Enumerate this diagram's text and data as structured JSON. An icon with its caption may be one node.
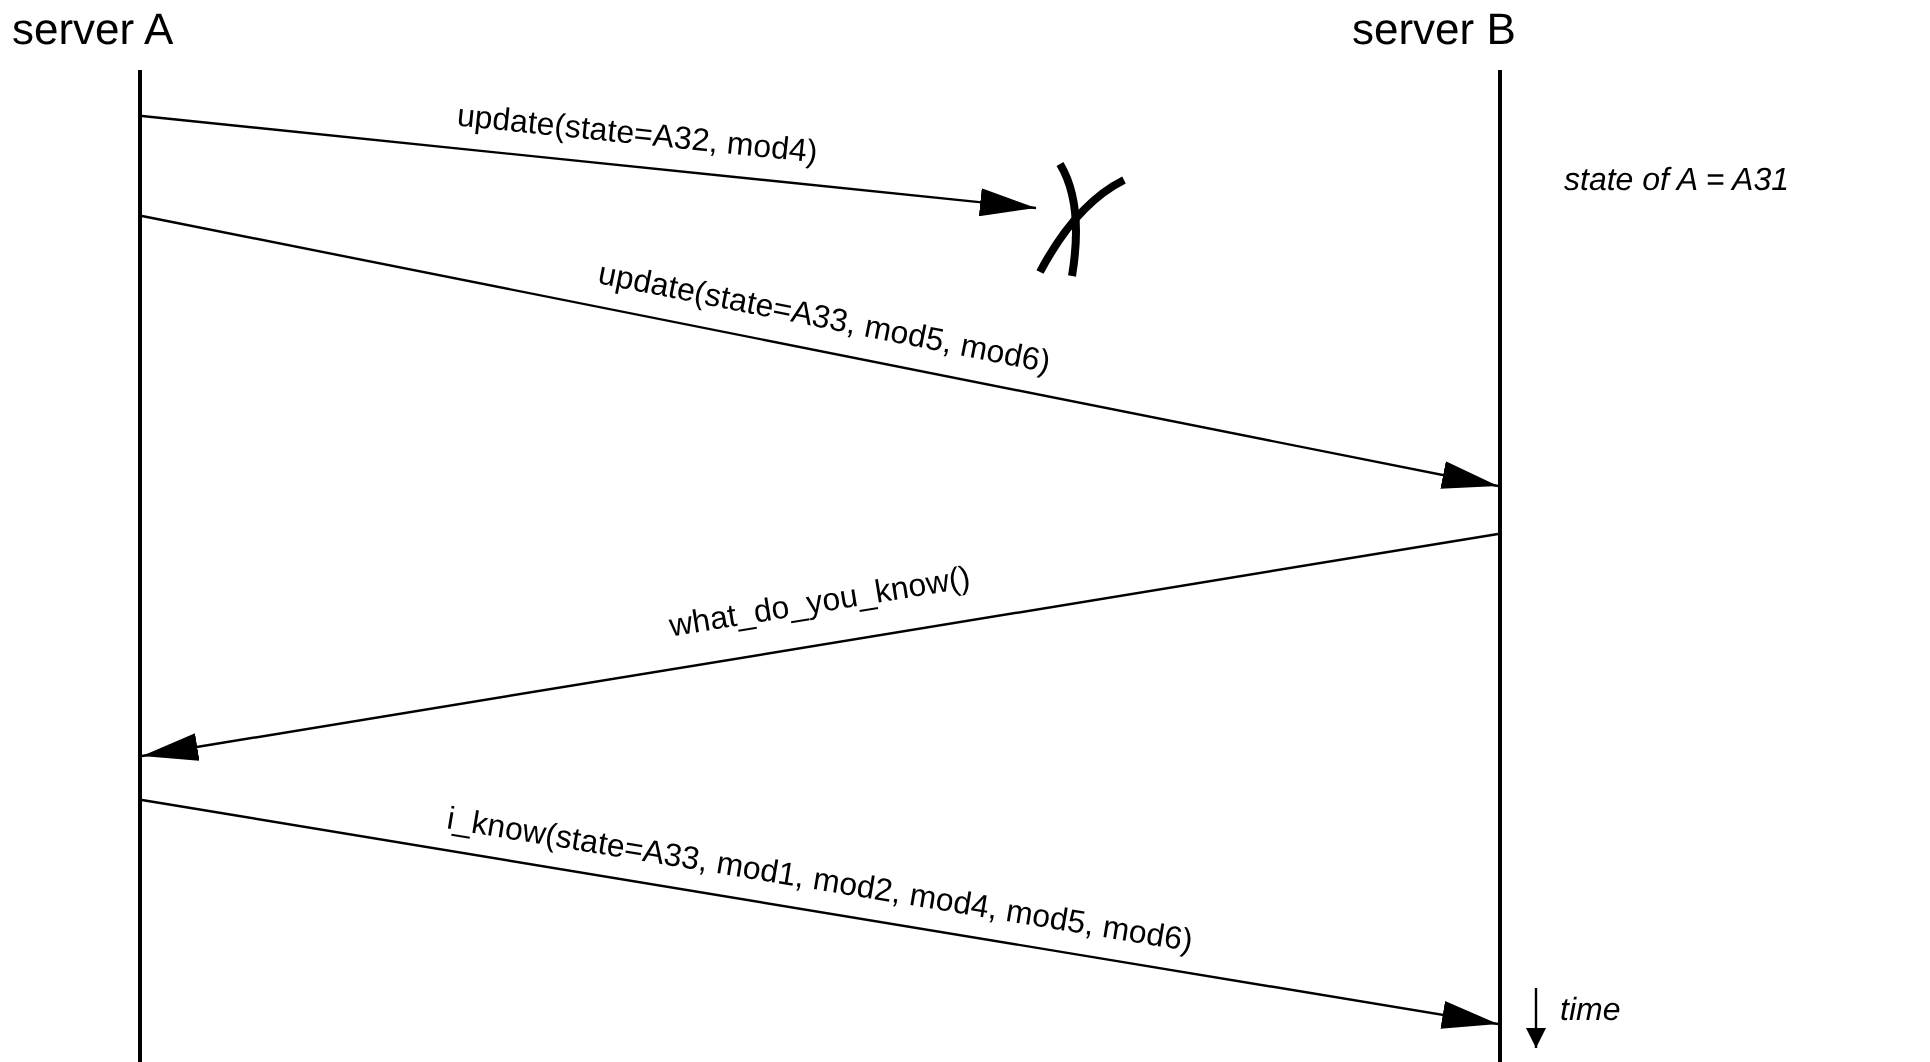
{
  "diagram": {
    "nodes": [
      {
        "text": [
          "server A"
        ]
      },
      {
        "text": [
          "server B"
        ]
      },
      {
        "text": [],
        "shape": "cross"
      }
    ],
    "edges": [
      {
        "from": 0,
        "to": 2,
        "arrow": "to",
        "label": "update(state=A32, mod4)"
      },
      {
        "from": 0,
        "to": 1,
        "arrow": "to",
        "label": "update(state=A33, mod5, mod6)"
      },
      {
        "from": 1,
        "to": 0,
        "arrow": "to",
        "label": "what_do_you_know()"
      },
      {
        "from": 0,
        "to": 1,
        "arrow": "to",
        "label": "i_know(state=A33, mod1, mod2, mod4, mod5, mod6)"
      }
    ],
    "labels": [
      "state of A = A31",
      "time"
    ]
  }
}
